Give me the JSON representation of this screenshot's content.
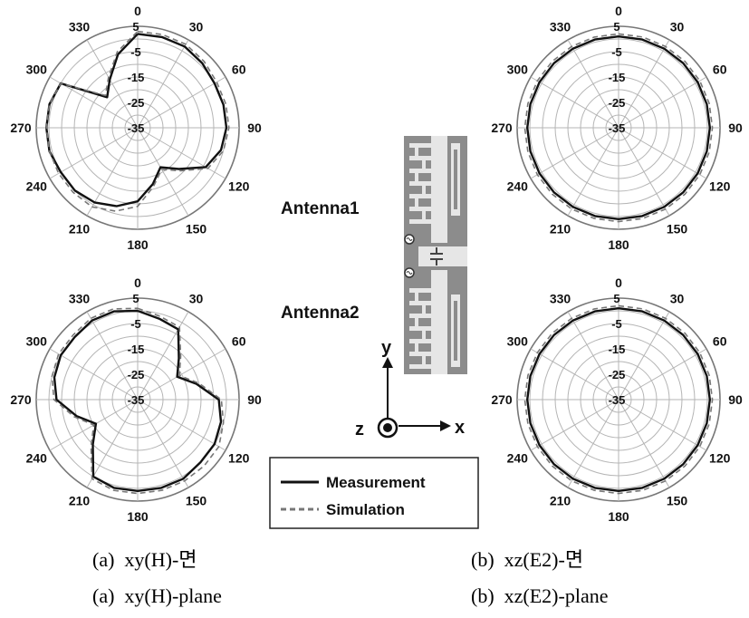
{
  "chart_data": [
    {
      "type": "polar",
      "panel": "top-left",
      "angle_labels": [
        "0",
        "30",
        "60",
        "90",
        "120",
        "150",
        "180",
        "210",
        "240",
        "270",
        "300",
        "330"
      ],
      "radial_labels": [
        "5",
        "-5",
        "-15",
        "-25",
        "-35"
      ],
      "rlim": [
        -35,
        5
      ],
      "series": [
        {
          "name": "Measurement",
          "style": "solid",
          "theta": [
            0,
            15,
            30,
            45,
            60,
            75,
            90,
            105,
            120,
            135,
            150,
            165,
            180,
            195,
            210,
            225,
            240,
            255,
            270,
            285,
            300,
            315,
            330,
            345
          ],
          "r": [
            2,
            2,
            2,
            1,
            0,
            0,
            0,
            -1,
            -4,
            -12,
            -17,
            -12,
            -6,
            -3,
            -1,
            0,
            0,
            1,
            1,
            1,
            0,
            -18,
            -13,
            -5
          ]
        },
        {
          "name": "Simulation",
          "style": "dashed",
          "theta": [
            0,
            15,
            30,
            45,
            60,
            75,
            90,
            105,
            120,
            135,
            150,
            165,
            180,
            195,
            210,
            225,
            240,
            255,
            270,
            285,
            300,
            315,
            330,
            345
          ],
          "r": [
            3,
            3,
            3,
            2,
            1,
            1,
            1,
            0,
            -3,
            -11,
            -16,
            -11,
            -4,
            -1,
            1,
            1,
            1,
            1,
            1,
            1,
            0,
            -17,
            -12,
            -4
          ]
        }
      ]
    },
    {
      "type": "polar",
      "panel": "top-right",
      "angle_labels": [
        "0",
        "30",
        "60",
        "90",
        "120",
        "150",
        "180",
        "210",
        "240",
        "270",
        "300",
        "330"
      ],
      "radial_labels": [
        "5",
        "-5",
        "-15",
        "-25",
        "-35"
      ],
      "rlim": [
        -35,
        5
      ],
      "series": [
        {
          "name": "Measurement",
          "style": "solid",
          "theta": [
            0,
            15,
            30,
            45,
            60,
            75,
            90,
            105,
            120,
            135,
            150,
            165,
            180,
            195,
            210,
            225,
            240,
            255,
            270,
            285,
            300,
            315,
            330,
            345
          ],
          "r": [
            1,
            1,
            1,
            1,
            1,
            1,
            1,
            1,
            1,
            1,
            1,
            1,
            1,
            1,
            1,
            1,
            1,
            1,
            1,
            1,
            1,
            1,
            1,
            1
          ]
        },
        {
          "name": "Simulation",
          "style": "dashed",
          "theta": [
            0,
            15,
            30,
            45,
            60,
            75,
            90,
            105,
            120,
            135,
            150,
            165,
            180,
            195,
            210,
            225,
            240,
            255,
            270,
            285,
            300,
            315,
            330,
            345
          ],
          "r": [
            2,
            2,
            2,
            2,
            2,
            2,
            2,
            2,
            2,
            2,
            2,
            2,
            2,
            2,
            2,
            2,
            2,
            2,
            2,
            2,
            2,
            2,
            2,
            2
          ]
        }
      ]
    },
    {
      "type": "polar",
      "panel": "bottom-left",
      "angle_labels": [
        "0",
        "30",
        "60",
        "90",
        "120",
        "150",
        "180",
        "210",
        "240",
        "270",
        "300",
        "330"
      ],
      "radial_labels": [
        "5",
        "-5",
        "-15",
        "-25",
        "-35"
      ],
      "rlim": [
        -35,
        5
      ],
      "series": [
        {
          "name": "Measurement",
          "style": "solid",
          "theta": [
            0,
            15,
            30,
            45,
            60,
            75,
            90,
            105,
            120,
            135,
            150,
            165,
            180,
            195,
            210,
            225,
            240,
            255,
            270,
            285,
            300,
            315,
            330,
            345
          ],
          "r": [
            0,
            -2,
            -3,
            -12,
            -17,
            -11,
            -3,
            -1,
            0,
            0,
            1,
            1,
            1,
            1,
            0,
            -10,
            -16,
            -10,
            -3,
            -1,
            0,
            0,
            1,
            1
          ]
        },
        {
          "name": "Simulation",
          "style": "dashed",
          "theta": [
            0,
            15,
            30,
            45,
            60,
            75,
            90,
            105,
            120,
            135,
            150,
            165,
            180,
            195,
            210,
            225,
            240,
            255,
            270,
            285,
            300,
            315,
            330,
            345
          ],
          "r": [
            1,
            -1,
            -2,
            -11,
            -16,
            -10,
            -2,
            0,
            2,
            2,
            2,
            2,
            2,
            2,
            1,
            -9,
            -15,
            -9,
            -2,
            0,
            1,
            1,
            2,
            2
          ]
        }
      ]
    },
    {
      "type": "polar",
      "panel": "bottom-right",
      "angle_labels": [
        "0",
        "30",
        "60",
        "90",
        "120",
        "150",
        "180",
        "210",
        "240",
        "270",
        "300",
        "330"
      ],
      "radial_labels": [
        "5",
        "-5",
        "-15",
        "-25",
        "-35"
      ],
      "rlim": [
        -35,
        5
      ],
      "series": [
        {
          "name": "Measurement",
          "style": "solid",
          "theta": [
            0,
            15,
            30,
            45,
            60,
            75,
            90,
            105,
            120,
            135,
            150,
            165,
            180,
            195,
            210,
            225,
            240,
            255,
            270,
            285,
            300,
            315,
            330,
            345
          ],
          "r": [
            1,
            1,
            1,
            1,
            1,
            1,
            1,
            1,
            1,
            1,
            1,
            1,
            1,
            1,
            1,
            1,
            1,
            1,
            1,
            1,
            1,
            1,
            1,
            1
          ]
        },
        {
          "name": "Simulation",
          "style": "dashed",
          "theta": [
            0,
            15,
            30,
            45,
            60,
            75,
            90,
            105,
            120,
            135,
            150,
            165,
            180,
            195,
            210,
            225,
            240,
            255,
            270,
            285,
            300,
            315,
            330,
            345
          ],
          "r": [
            2,
            2,
            2,
            2,
            2,
            2,
            2,
            2,
            2,
            2,
            2,
            2,
            2,
            2,
            2,
            2,
            2,
            2,
            2,
            2,
            2,
            2,
            2,
            2
          ]
        }
      ]
    }
  ],
  "diagram": {
    "antenna1_label": "Antenna1",
    "antenna2_label": "Antenna2",
    "axis_y": "y",
    "axis_z": "z",
    "axis_x": "x",
    "pcb_color": "#8c8c8c",
    "metal_color": "#e6e6e6"
  },
  "legend": {
    "measurement": "Measurement",
    "simulation": "Simulation"
  },
  "captions": {
    "a_korean": "(a)  xy(H)-면",
    "a_english": "(a)  xy(H)-plane",
    "b_korean": "(b)  xz(E2)-면",
    "b_english": "(b)  xz(E2)-plane"
  }
}
